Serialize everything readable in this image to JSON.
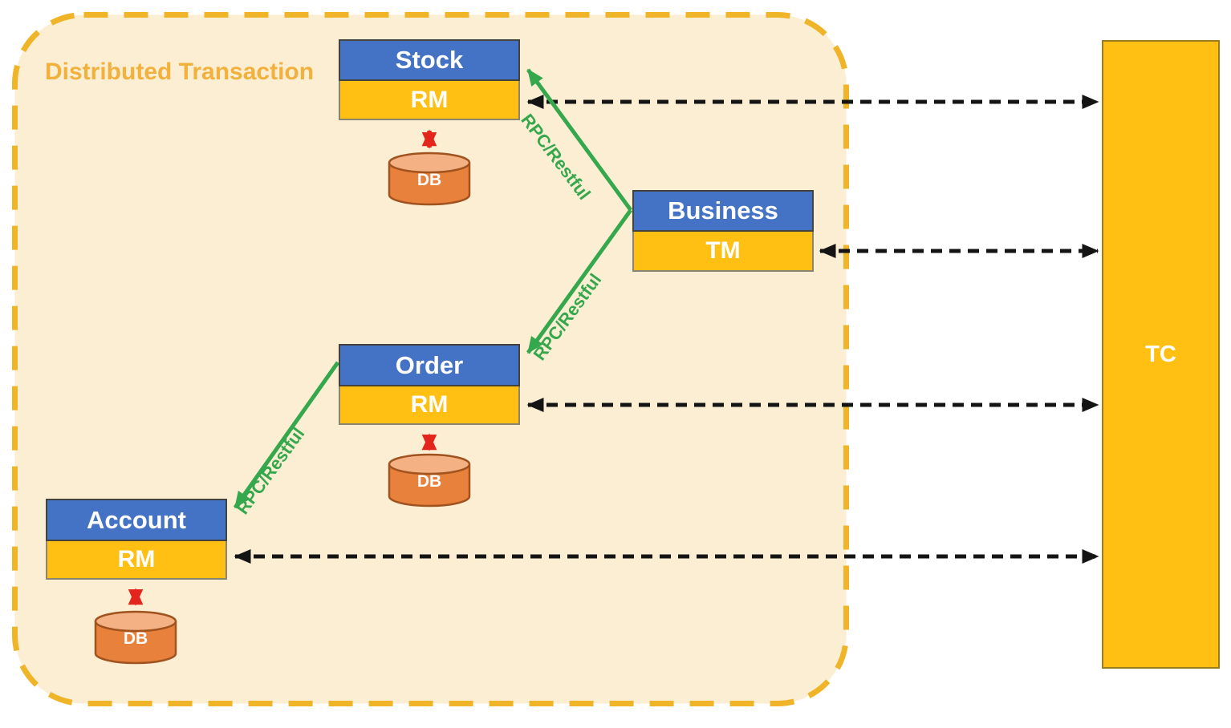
{
  "diagram": {
    "title": "Distributed Transaction",
    "services": [
      {
        "name": "Stock",
        "manager": "RM",
        "db": "DB"
      },
      {
        "name": "Order",
        "manager": "RM",
        "db": "DB"
      },
      {
        "name": "Account",
        "manager": "RM",
        "db": "DB"
      }
    ],
    "business": {
      "name": "Business",
      "manager": "TM"
    },
    "coordinator": {
      "name": "TC"
    },
    "edge_label": "RPC/Restful",
    "colors": {
      "header_blue": "#4472C4",
      "manager_orange": "#FFC013",
      "container_fill": "#FBEED3",
      "container_border": "#F0B429",
      "title_gold": "#F2B13C",
      "db_body": "#E8813B",
      "db_top": "#F4B183",
      "db_stroke": "#A0521F",
      "rpc_green": "#35A84D",
      "red_arrow": "#E3251B",
      "black_arrow": "#141414"
    }
  }
}
